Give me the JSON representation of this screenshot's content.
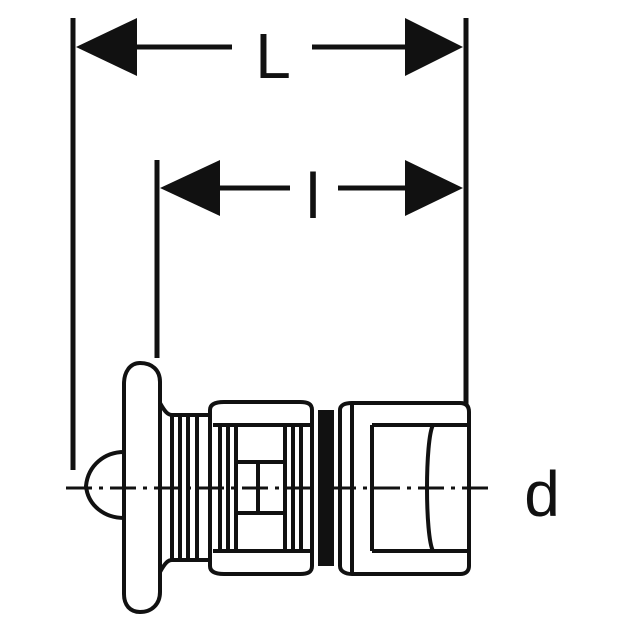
{
  "labels": {
    "overall_length": "L",
    "insertion_length": "l",
    "diameter": "d"
  },
  "colors": {
    "ink": "#111111",
    "background": "#ffffff"
  }
}
